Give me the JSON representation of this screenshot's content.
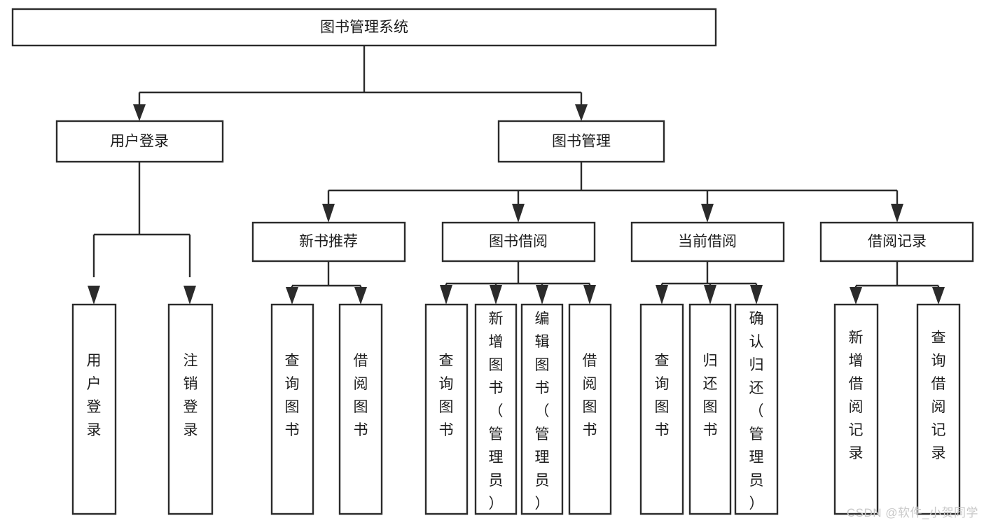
{
  "diagram": {
    "title": "图书管理系统",
    "type": "tree",
    "watermark": "CSDN @软件_小贺同学",
    "theme": {
      "background": "#ffffff",
      "box_fill": "#ffffff",
      "box_stroke": "#2b2b2b",
      "connector": "#2b2b2b",
      "text": "#1c1c1c",
      "watermark_color": "#c9c9c9"
    },
    "nodes": {
      "root": {
        "label": "图书管理系统",
        "orientation": "horizontal"
      },
      "level2": [
        {
          "id": "user-login",
          "label": "用户登录",
          "orientation": "horizontal"
        },
        {
          "id": "book-management",
          "label": "图书管理",
          "orientation": "horizontal"
        }
      ],
      "level3": [
        {
          "id": "new-book-recommend",
          "label": "新书推荐",
          "orientation": "horizontal"
        },
        {
          "id": "book-borrow",
          "label": "图书借阅",
          "orientation": "horizontal"
        },
        {
          "id": "current-borrow",
          "label": "当前借阅",
          "orientation": "horizontal"
        },
        {
          "id": "borrow-record",
          "label": "借阅记录",
          "orientation": "horizontal"
        }
      ],
      "leaves": [
        {
          "id": "leaf-user-login",
          "label": "用户登录",
          "orientation": "vertical",
          "parent": "user-login"
        },
        {
          "id": "leaf-logout",
          "label": "注销登录",
          "orientation": "vertical",
          "parent": "user-login"
        },
        {
          "id": "leaf-query-book-1",
          "label": "查询图书",
          "orientation": "vertical",
          "parent": "new-book-recommend"
        },
        {
          "id": "leaf-borrow-book-1",
          "label": "借阅图书",
          "orientation": "vertical",
          "parent": "new-book-recommend"
        },
        {
          "id": "leaf-query-book-2",
          "label": "查询图书",
          "orientation": "vertical",
          "parent": "book-borrow"
        },
        {
          "id": "leaf-add-book",
          "label": "新增图书（管理员）",
          "orientation": "vertical",
          "parent": "book-borrow"
        },
        {
          "id": "leaf-edit-book",
          "label": "编辑图书（管理员）",
          "orientation": "vertical",
          "parent": "book-borrow"
        },
        {
          "id": "leaf-borrow-book-2",
          "label": "借阅图书",
          "orientation": "vertical",
          "parent": "book-borrow"
        },
        {
          "id": "leaf-query-book-3",
          "label": "查询图书",
          "orientation": "vertical",
          "parent": "current-borrow"
        },
        {
          "id": "leaf-return-book",
          "label": "归还图书",
          "orientation": "vertical",
          "parent": "current-borrow"
        },
        {
          "id": "leaf-confirm-return",
          "label": "确认归还（管理员）",
          "orientation": "vertical",
          "parent": "current-borrow"
        },
        {
          "id": "leaf-add-record",
          "label": "新增借阅记录",
          "orientation": "vertical",
          "parent": "borrow-record"
        },
        {
          "id": "leaf-query-record",
          "label": "查询借阅记录",
          "orientation": "vertical",
          "parent": "borrow-record"
        }
      ]
    }
  }
}
